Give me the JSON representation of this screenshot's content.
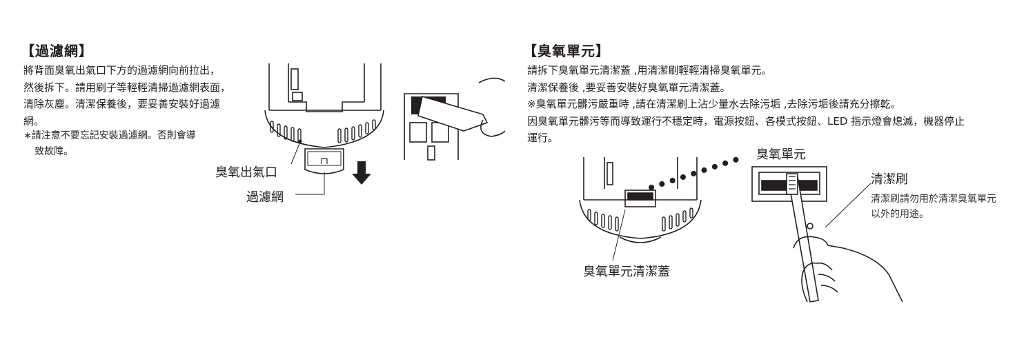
{
  "filter": {
    "title": "【過濾網】",
    "lines": [
      "將背面臭氧出氣口下方的過濾網向前拉出，",
      "然後拆下。請用刷子等輕輕清掃過濾網表面，",
      "清除灰塵。清潔保養後，要妥善安裝好過濾",
      "網。"
    ],
    "note_lines": [
      "∗請注意不要忘記安裝過濾網。否則會導",
      "致故障。"
    ],
    "label_outlet": "臭氧出氣口",
    "label_filter": "過濾網"
  },
  "ozone": {
    "title": "【臭氧單元】",
    "lines": [
      "請拆下臭氧單元清潔蓋 ,用清潔刷輕輕清掃臭氧單元。",
      "清潔保養後 ,要妥善安裝好臭氧單元清潔蓋。",
      "※臭氧單元髒污嚴重時 ,請在清潔刷上沾少量水去除污垢 ,去除污垢後請充分擦乾。",
      "因臭氧單元髒污等而導致運行不穩定時，電源按鈕、各模式按鈕、LED 指示燈會熄滅，機器停止",
      "運行。"
    ],
    "label_unit": "臭氧單元",
    "label_brush": "清潔刷",
    "brush_note_lines": [
      "清潔刷請勿用於清潔臭氧單元",
      "以外的用途。"
    ],
    "label_cover": "臭氧單元清潔蓋"
  }
}
